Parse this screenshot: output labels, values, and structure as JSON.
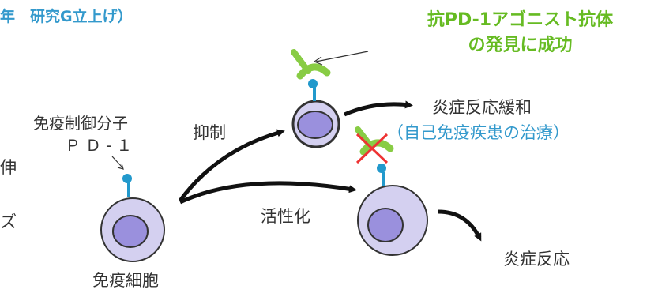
{
  "colors": {
    "cell_fill": "#d4d0f0",
    "nucleus_fill": "#9a90dd",
    "outline": "#333333",
    "receptor": "#2299cc",
    "antibody": "#88cc44",
    "cross": "#ee3333",
    "headline": "#66bb22",
    "blue_text": "#3399cc"
  },
  "header": {
    "top_left_fragment": "年　研究G立上げ）"
  },
  "headline": {
    "line1": "抗PD-1アゴニスト抗体",
    "line2": "の発見に成功"
  },
  "labels": {
    "pd1_line1": "免疫制御分子",
    "pd1_line2": "ＰＤ-１",
    "immune_cell": "免疫細胞",
    "suppress": "抑制",
    "activate": "活性化",
    "relief_line1": "炎症反応緩和",
    "relief_line2": "（自己免疫疾患の治療）",
    "inflammation": "炎症反応"
  },
  "cut_text": {
    "line1": "伸",
    "line2": "ズ"
  }
}
